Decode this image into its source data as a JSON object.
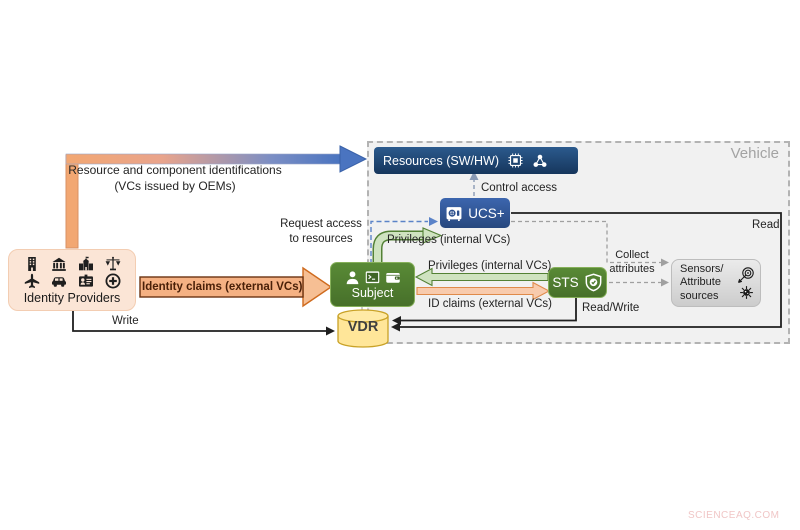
{
  "watermark": "SCIENCEAQ.COM",
  "vehicle": {
    "label": "Vehicle"
  },
  "nodes": {
    "identity_providers": {
      "label": "Identity Providers",
      "icons": [
        "office-building-icon",
        "bank-icon",
        "school-icon",
        "justice-scales-icon",
        "airplane-icon",
        "car-icon",
        "id-card-icon",
        "medical-cross-icon"
      ]
    },
    "resources": {
      "label": "Resources (SW/HW)",
      "icons": [
        "chip-icon",
        "network-nodes-icon"
      ]
    },
    "ucs": {
      "label": "UCS+",
      "icons": [
        "safe-icon"
      ]
    },
    "subject": {
      "label": "Subject",
      "icons": [
        "person-icon",
        "terminal-icon",
        "wallet-icon"
      ]
    },
    "sts": {
      "label": "STS",
      "icons": [
        "shield-check-icon"
      ]
    },
    "sensors": {
      "label": "Sensors/ Attribute sources",
      "icons": [
        "target-arrow-icon",
        "virus-bug-icon"
      ]
    },
    "vdr": {
      "label": "VDR"
    }
  },
  "edges": {
    "resource_ids": {
      "label": "Resource and component identifications (VCs issued by OEMs)",
      "from": "identity_providers",
      "to": "resources"
    },
    "identity_claims": {
      "label": "Identity claims (external VCs)",
      "from": "identity_providers",
      "to": "subject"
    },
    "request_access": {
      "label": "Request access to resources",
      "from": "subject",
      "to": "ucs"
    },
    "privileges_ucs": {
      "label": "Privileges (internal VCs)",
      "from": "subject",
      "to": "ucs"
    },
    "control_access": {
      "label": "Control access",
      "from": "ucs",
      "to": "resources"
    },
    "privileges_sts": {
      "label": "Privileges (internal VCs)",
      "from": "sts",
      "to": "subject"
    },
    "id_claims": {
      "label": "ID claims (external VCs)",
      "from": "subject",
      "to": "sts"
    },
    "collect_attributes": {
      "label": "Collect attributes",
      "from": "ucs_and_sts",
      "to": "sensors"
    },
    "read": {
      "label": "Read",
      "from": "ucs",
      "to": "vdr"
    },
    "read_write": {
      "label": "Read/Write",
      "from": "sts",
      "to": "vdr"
    },
    "write": {
      "label": "Write",
      "from": "identity_providers",
      "to": "vdr"
    }
  },
  "colors": {
    "vehicle_bg": "#f1f1f1",
    "vehicle_border": "#b3b3b3",
    "resources_blue": "#1f4672",
    "ucs_blue": "#2f5597",
    "green_node": "#538135",
    "idp_peach": "#fbe5d6",
    "vdr_yellow": "#ffe699",
    "sensors_gray": "#d9d9d9",
    "orange_arrow": "#f5b183",
    "green_arrow": "#cfe3c0",
    "blue_arrow": "#4a74c0",
    "line_black": "#1f1f1f",
    "dash_gray": "#a0a0a0",
    "dash_blue": "#5b83c8"
  }
}
